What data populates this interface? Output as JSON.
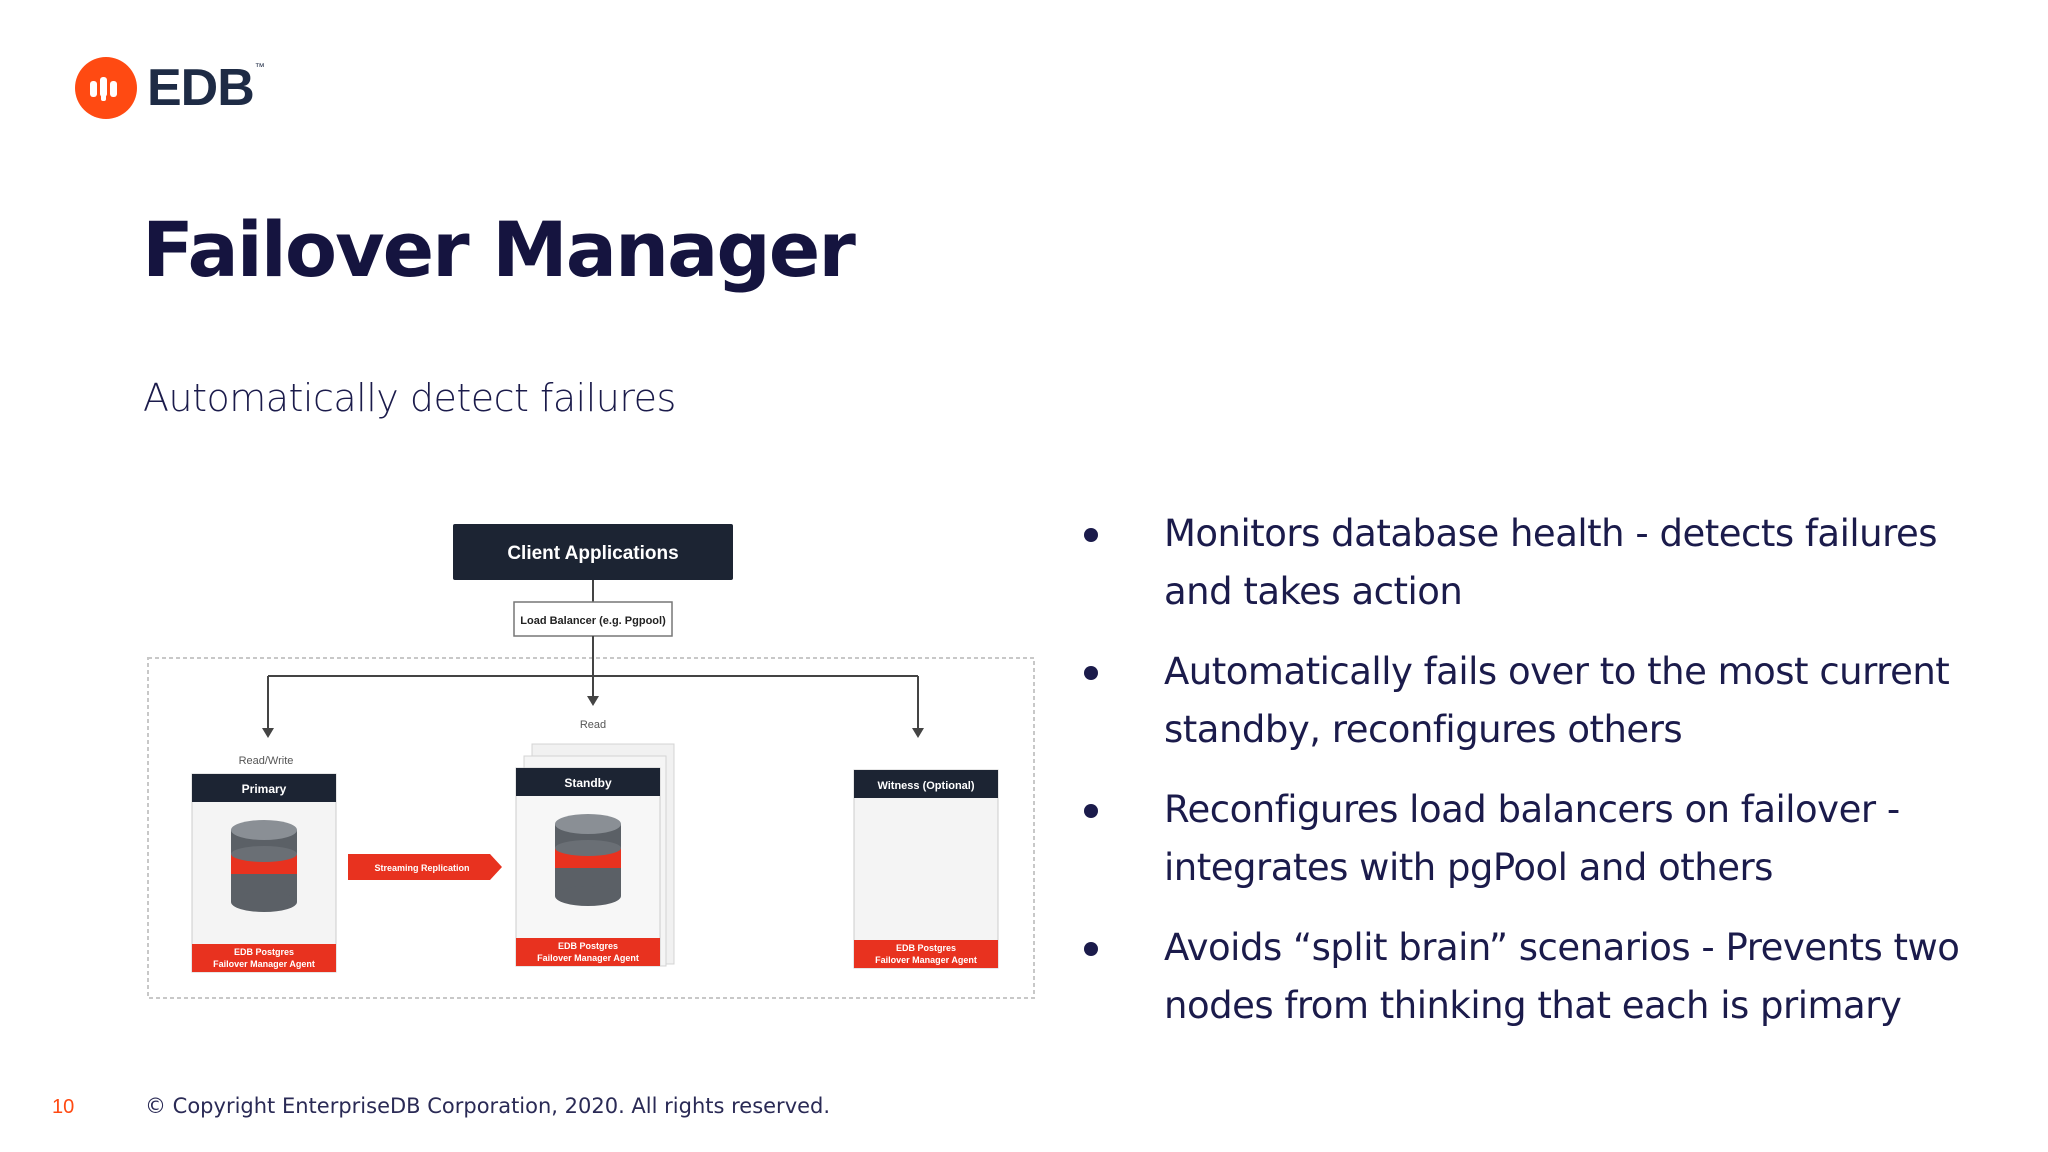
{
  "brand": {
    "name": "EDB",
    "trademark": "™",
    "accent_color": "#ff4a12",
    "navy_color": "#15143f"
  },
  "slide": {
    "title": "Failover Manager",
    "subtitle": "Automatically detect failures",
    "page_number": "10",
    "copyright": "© Copyright EnterpriseDB Corporation, 2020. All rights reserved."
  },
  "bullets": [
    {
      "text": "Monitors database health - detects failures and takes action"
    },
    {
      "text": "Automatically fails over to the most current standby, reconfigures others"
    },
    {
      "text": "Reconfigures load balancers on failover - integrates with pgPool and others"
    },
    {
      "text": "Avoids “split brain” scenarios - Prevents two nodes from thinking that each is primary"
    }
  ],
  "diagram": {
    "client_apps": "Client Applications",
    "load_balancer": "Load Balancer (e.g. Pgpool)",
    "read_label": "Read",
    "readwrite_label": "Read/Write",
    "primary": "Primary",
    "standby": "Standby",
    "witness": "Witness (Optional)",
    "replication": "Streaming Replication",
    "agent_line1": "EDB Postgres",
    "agent_line2": "Failover Manager Agent"
  }
}
